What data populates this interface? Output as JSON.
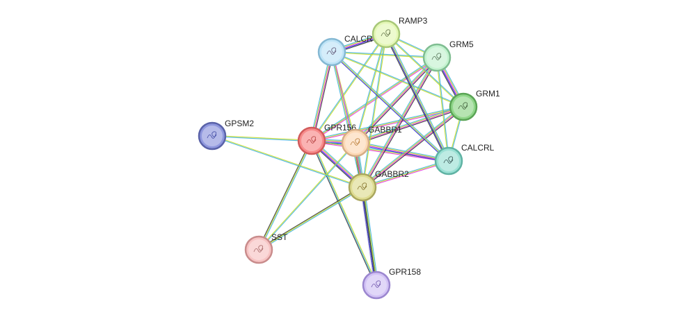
{
  "network": {
    "nodes": [
      {
        "id": "GPR156",
        "label": "GPR156",
        "fill": "#f78b8b",
        "stroke": "#d15b5b",
        "glyph": "#b03a3a"
      },
      {
        "id": "GABBR1",
        "label": "GABBR1",
        "fill": "#fcd9b6",
        "stroke": "#d6ad86",
        "glyph": "#b6772e"
      },
      {
        "id": "GABBR2",
        "label": "GABBR2",
        "fill": "#dedc91",
        "stroke": "#a9a65e",
        "glyph": "#7d6a22"
      },
      {
        "id": "CALCR",
        "label": "CALCR",
        "fill": "#bfe4f7",
        "stroke": "#84b8d3",
        "glyph": "#5b4f6e"
      },
      {
        "id": "RAMP3",
        "label": "RAMP3",
        "fill": "#e4f7b6",
        "stroke": "#a8c878",
        "glyph": "#5b6b3f"
      },
      {
        "id": "GRM5",
        "label": "GRM5",
        "fill": "#c3f2cf",
        "stroke": "#7fbd91",
        "glyph": "#4e6b4f"
      },
      {
        "id": "GRM1",
        "label": "GRM1",
        "fill": "#8fd689",
        "stroke": "#5aa455",
        "glyph": "#3c5b36"
      },
      {
        "id": "CALCRL",
        "label": "CALCRL",
        "fill": "#9ae0d4",
        "stroke": "#5fb2a3",
        "glyph": "#2e4b4a"
      },
      {
        "id": "GPSM2",
        "label": "GPSM2",
        "fill": "#8f97de",
        "stroke": "#5a62a8",
        "glyph": "#3a43a0"
      },
      {
        "id": "SST",
        "label": "SST",
        "fill": "#f7c4c4",
        "stroke": "#c98c8c",
        "glyph": "#a06060"
      },
      {
        "id": "GPR158",
        "label": "GPR158",
        "fill": "#d2c2f5",
        "stroke": "#9b86cf",
        "glyph": "#6a4fa8"
      }
    ],
    "edges": [
      {
        "source": "GPR156",
        "target": "GABBR1",
        "colors": [
          "#3db0e0",
          "#c7dd22",
          "#e337e3",
          "#2222dd",
          "#333333"
        ]
      },
      {
        "source": "GPR156",
        "target": "GABBR2",
        "colors": [
          "#3db0e0",
          "#c7dd22",
          "#e337e3",
          "#2222dd",
          "#333333"
        ]
      },
      {
        "source": "GPR156",
        "target": "CALCR",
        "colors": [
          "#3db0e0",
          "#c7dd22",
          "#e337e3",
          "#333333"
        ]
      },
      {
        "source": "GPR156",
        "target": "RAMP3",
        "colors": [
          "#3db0e0",
          "#c7dd22"
        ]
      },
      {
        "source": "GPR156",
        "target": "GRM5",
        "colors": [
          "#3db0e0",
          "#c7dd22",
          "#e337e3"
        ]
      },
      {
        "source": "GPR156",
        "target": "GRM1",
        "colors": [
          "#3db0e0",
          "#c7dd22",
          "#e337e3"
        ]
      },
      {
        "source": "GPR156",
        "target": "CALCRL",
        "colors": [
          "#3db0e0",
          "#c7dd22",
          "#e337e3"
        ]
      },
      {
        "source": "GPR156",
        "target": "GPSM2",
        "colors": [
          "#3db0e0",
          "#c7dd22"
        ]
      },
      {
        "source": "GPR156",
        "target": "SST",
        "colors": [
          "#3db0e0",
          "#c7dd22",
          "#333333"
        ]
      },
      {
        "source": "GPR156",
        "target": "GPR158",
        "colors": [
          "#c7dd22",
          "#3db0e0",
          "#333333"
        ]
      },
      {
        "source": "GABBR1",
        "target": "GABBR2",
        "colors": [
          "#3db0e0",
          "#c7dd22",
          "#e337e3",
          "#2222dd",
          "#333333"
        ]
      },
      {
        "source": "GABBR1",
        "target": "CALCR",
        "colors": [
          "#3db0e0",
          "#c7dd22"
        ]
      },
      {
        "source": "GABBR1",
        "target": "RAMP3",
        "colors": [
          "#3db0e0",
          "#c7dd22"
        ]
      },
      {
        "source": "GABBR1",
        "target": "GRM5",
        "colors": [
          "#3db0e0",
          "#c7dd22",
          "#e337e3",
          "#333333"
        ]
      },
      {
        "source": "GABBR1",
        "target": "GRM1",
        "colors": [
          "#3db0e0",
          "#c7dd22",
          "#e337e3",
          "#333333"
        ]
      },
      {
        "source": "GABBR1",
        "target": "CALCRL",
        "colors": [
          "#3db0e0",
          "#c7dd22",
          "#e337e3",
          "#2222dd"
        ]
      },
      {
        "source": "GABBR1",
        "target": "SST",
        "colors": [
          "#3db0e0",
          "#c7dd22"
        ]
      },
      {
        "source": "GABBR1",
        "target": "GPR158",
        "colors": [
          "#3db0e0",
          "#c7dd22",
          "#333333"
        ]
      },
      {
        "source": "GABBR2",
        "target": "CALCR",
        "colors": [
          "#3db0e0",
          "#c7dd22",
          "#e337e3"
        ]
      },
      {
        "source": "GABBR2",
        "target": "RAMP3",
        "colors": [
          "#3db0e0",
          "#c7dd22"
        ]
      },
      {
        "source": "GABBR2",
        "target": "GRM5",
        "colors": [
          "#3db0e0",
          "#c7dd22",
          "#e337e3",
          "#333333"
        ]
      },
      {
        "source": "GABBR2",
        "target": "GRM1",
        "colors": [
          "#3db0e0",
          "#c7dd22",
          "#e337e3",
          "#333333"
        ]
      },
      {
        "source": "GABBR2",
        "target": "CALCRL",
        "colors": [
          "#3db0e0",
          "#c7dd22",
          "#e337e3"
        ]
      },
      {
        "source": "GABBR2",
        "target": "GPSM2",
        "colors": [
          "#3db0e0",
          "#c7dd22"
        ]
      },
      {
        "source": "GABBR2",
        "target": "SST",
        "colors": [
          "#3db0e0",
          "#c7dd22",
          "#333333"
        ]
      },
      {
        "source": "GABBR2",
        "target": "GPR158",
        "colors": [
          "#3db0e0",
          "#c7dd22",
          "#333333",
          "#2222dd",
          "#a29be0"
        ]
      },
      {
        "source": "CALCR",
        "target": "RAMP3",
        "colors": [
          "#3db0e0",
          "#c7dd22",
          "#e337e3",
          "#2222dd",
          "#333333"
        ]
      },
      {
        "source": "CALCR",
        "target": "GRM5",
        "colors": [
          "#3db0e0",
          "#c7dd22"
        ]
      },
      {
        "source": "CALCR",
        "target": "GRM1",
        "colors": [
          "#3db0e0",
          "#c7dd22"
        ]
      },
      {
        "source": "CALCR",
        "target": "CALCRL",
        "colors": [
          "#3db0e0",
          "#c7dd22",
          "#2222dd"
        ]
      },
      {
        "source": "RAMP3",
        "target": "GRM5",
        "colors": [
          "#3db0e0",
          "#c7dd22"
        ]
      },
      {
        "source": "RAMP3",
        "target": "GRM1",
        "colors": [
          "#3db0e0",
          "#c7dd22"
        ]
      },
      {
        "source": "RAMP3",
        "target": "CALCRL",
        "colors": [
          "#3db0e0",
          "#c7dd22",
          "#2222dd",
          "#333333"
        ]
      },
      {
        "source": "GRM5",
        "target": "GRM1",
        "colors": [
          "#3db0e0",
          "#c7dd22",
          "#e337e3",
          "#2222dd",
          "#333333"
        ]
      },
      {
        "source": "GRM5",
        "target": "CALCRL",
        "colors": [
          "#3db0e0",
          "#c7dd22"
        ]
      },
      {
        "source": "GRM1",
        "target": "CALCRL",
        "colors": [
          "#3db0e0",
          "#c7dd22"
        ]
      }
    ]
  }
}
